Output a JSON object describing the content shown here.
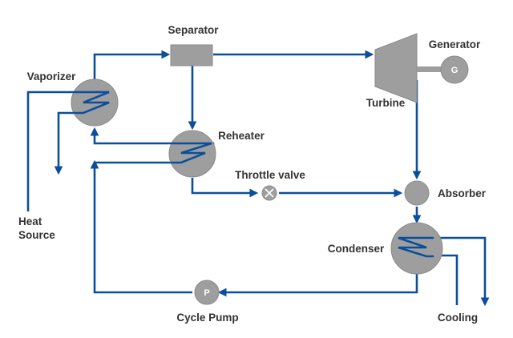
{
  "colors": {
    "flow": "#0b4f9c",
    "equipment": "#9e9e9e",
    "equipment_stroke": "#8a8a8a",
    "label": "#333333"
  },
  "labels": {
    "separator": "Separator",
    "generator": "Generator",
    "vaporizer": "Vaporizer",
    "turbine": "Turbine",
    "reheater": "Reheater",
    "throttle_valve": "Throttle valve",
    "absorber": "Absorber",
    "heat_source_line1": "Heat",
    "heat_source_line2": "Source",
    "condenser": "Condenser",
    "cycle_pump": "Cycle Pump",
    "cooling": "Cooling"
  },
  "glyphs": {
    "generator_symbol": "G",
    "pump_symbol": "P"
  },
  "icons": {
    "vaporizer": "heat-exchanger-icon",
    "reheater": "heat-exchanger-icon",
    "condenser": "heat-exchanger-icon",
    "throttle_valve": "valve-icon"
  }
}
